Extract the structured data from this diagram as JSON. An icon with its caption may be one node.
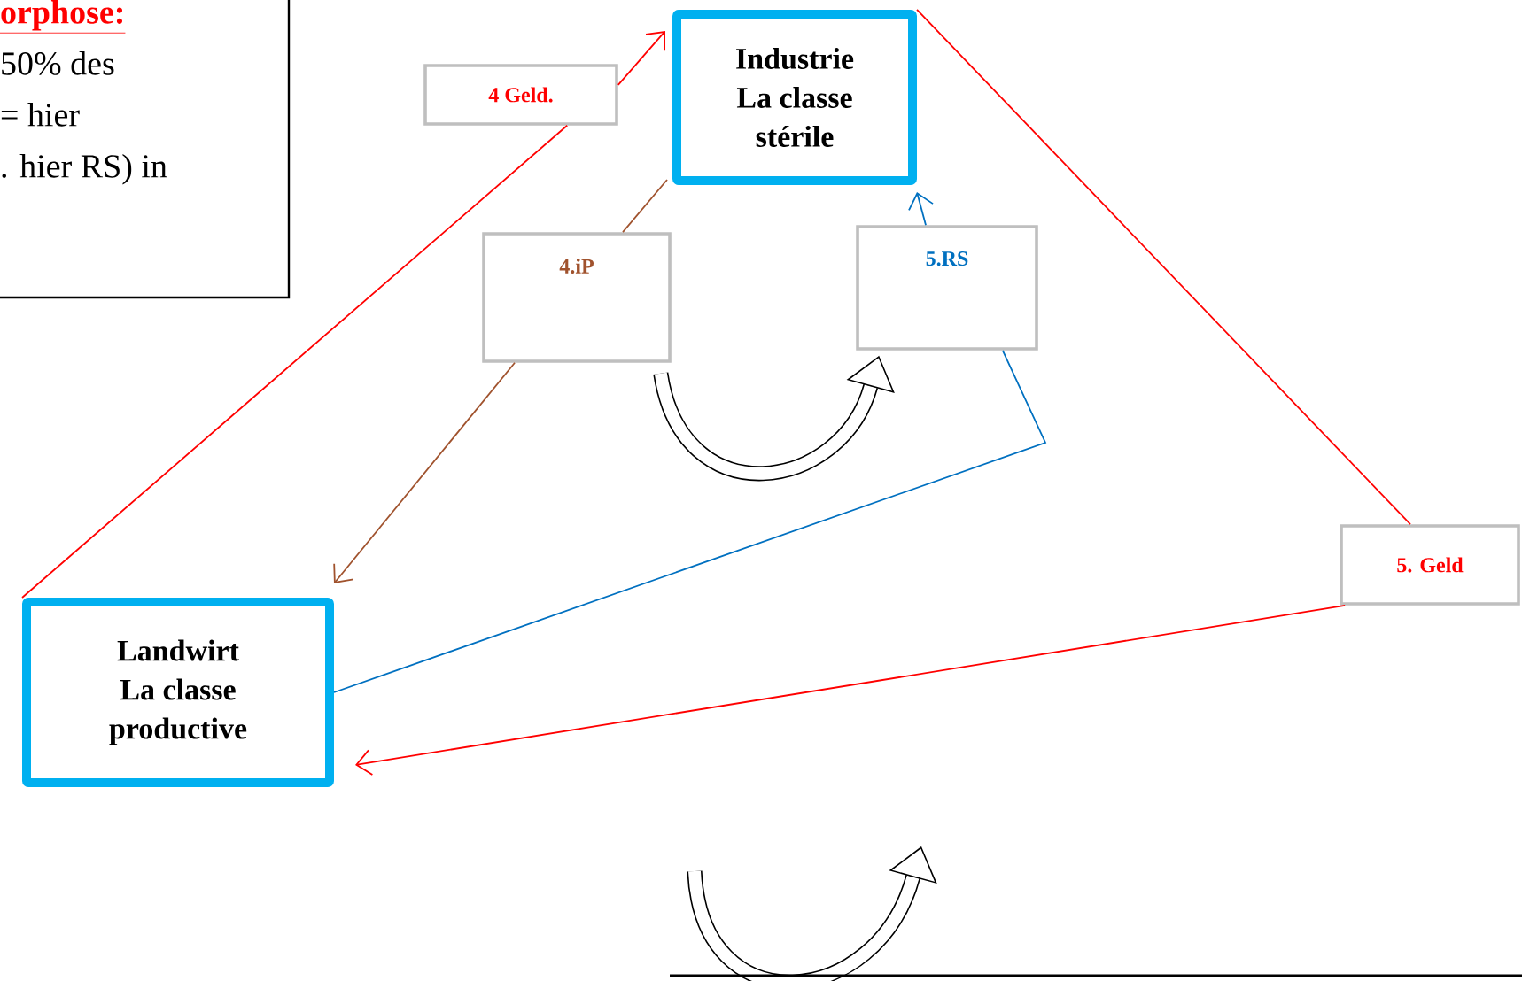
{
  "diagram": {
    "nodes": [
      {
        "text": [
          "orphose:",
          "50% des",
          "= hier",
          ". hier RS) in"
        ]
      },
      {
        "text": [
          "Industrie",
          "La classe stérile"
        ]
      },
      {
        "text": [
          "4 Geld."
        ]
      },
      {
        "text": [
          "4.iP"
        ]
      },
      {
        "text": [
          "5.RS"
        ]
      },
      {
        "text": [
          "5. Geld"
        ]
      },
      {
        "text": [
          "Landwirt",
          "La classe productive"
        ]
      }
    ],
    "edges": [
      {
        "from": 6,
        "to": 2,
        "arrow": "none"
      },
      {
        "from": 2,
        "to": 1,
        "arrow": "to"
      },
      {
        "from": 1,
        "to": 3,
        "arrow": "none",
        "color": "#a0522d"
      },
      {
        "from": 3,
        "to": 6,
        "arrow": "to",
        "color": "#a0522d"
      },
      {
        "from": 6,
        "to": 4,
        "arrow": "none",
        "color": "#0070c0"
      },
      {
        "from": 4,
        "to": 1,
        "arrow": "to",
        "color": "#0070c0"
      },
      {
        "from": 1,
        "to": 5,
        "arrow": "none"
      },
      {
        "from": 5,
        "to": 6,
        "arrow": "to"
      },
      {
        "from": 3,
        "to": 4,
        "arrow": "to",
        "style": "thick",
        "color": "#000000"
      }
    ]
  }
}
